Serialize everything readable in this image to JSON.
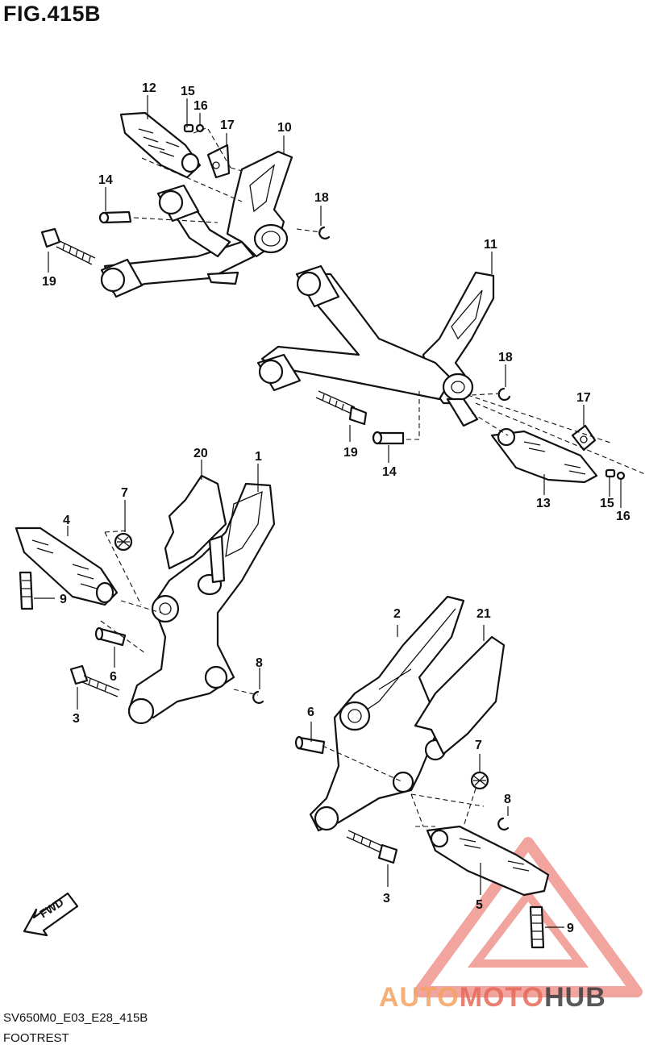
{
  "figure": {
    "title": "FIG.415B",
    "code": "SV650M0_E03_E28_415B",
    "caption": "FOOTREST",
    "fwd_label": "FWD"
  },
  "watermark": {
    "part1": "AUTO",
    "part2": "MOTO",
    "part3": "HUB",
    "colors": {
      "orange": "#f4a261",
      "red": "#e66a5a",
      "dark": "#3d3d3d"
    }
  },
  "callouts": [
    {
      "id": "c12a",
      "text": "12"
    },
    {
      "id": "c15a",
      "text": "15"
    },
    {
      "id": "c16a",
      "text": "16"
    },
    {
      "id": "c17a",
      "text": "17"
    },
    {
      "id": "c10",
      "text": "10"
    },
    {
      "id": "c14a",
      "text": "14"
    },
    {
      "id": "c18a",
      "text": "18"
    },
    {
      "id": "c19a",
      "text": "19"
    },
    {
      "id": "c11",
      "text": "11"
    },
    {
      "id": "c18b",
      "text": "18"
    },
    {
      "id": "c17b",
      "text": "17"
    },
    {
      "id": "c19b",
      "text": "19"
    },
    {
      "id": "c14b",
      "text": "14"
    },
    {
      "id": "c13",
      "text": "13"
    },
    {
      "id": "c15b",
      "text": "15"
    },
    {
      "id": "c16b",
      "text": "16"
    },
    {
      "id": "c20",
      "text": "20"
    },
    {
      "id": "c1",
      "text": "1"
    },
    {
      "id": "c7a",
      "text": "7"
    },
    {
      "id": "c4",
      "text": "4"
    },
    {
      "id": "c9a",
      "text": "9"
    },
    {
      "id": "c6a",
      "text": "6"
    },
    {
      "id": "c8a",
      "text": "8"
    },
    {
      "id": "c3a",
      "text": "3"
    },
    {
      "id": "c2",
      "text": "2"
    },
    {
      "id": "c21",
      "text": "21"
    },
    {
      "id": "c6b",
      "text": "6"
    },
    {
      "id": "c7b",
      "text": "7"
    },
    {
      "id": "c8b",
      "text": "8"
    },
    {
      "id": "c3b",
      "text": "3"
    },
    {
      "id": "c5",
      "text": "5"
    },
    {
      "id": "c9b",
      "text": "9"
    }
  ]
}
